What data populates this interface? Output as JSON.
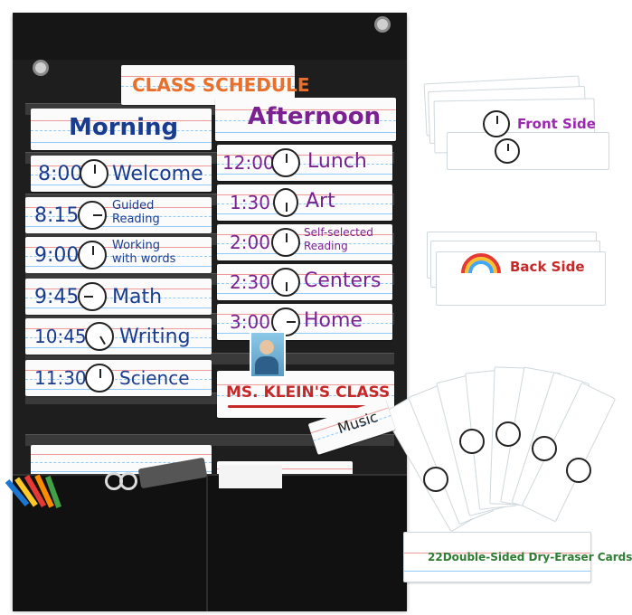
{
  "chart": {
    "title": "CLASS SCHEDULE",
    "morning_header": "Morning",
    "afternoon_header": "Afternoon",
    "morning": [
      {
        "time": "8:00",
        "activity": "Welcome"
      },
      {
        "time": "8:15",
        "activity": "Guided\nReading"
      },
      {
        "time": "9:00",
        "activity": "Working\nwith words"
      },
      {
        "time": "9:45",
        "activity": "Math"
      },
      {
        "time": "10:45",
        "activity": "Writing"
      },
      {
        "time": "11:30",
        "activity": "Science"
      }
    ],
    "afternoon": [
      {
        "time": "12:00",
        "activity": "Lunch"
      },
      {
        "time": "1:30",
        "activity": "Art"
      },
      {
        "time": "2:00",
        "activity": "Self-selected\nReading"
      },
      {
        "time": "2:30",
        "activity": "Centers"
      },
      {
        "time": "3:00",
        "activity": "Home"
      }
    ],
    "class_label": "MS. KLEIN'S CLASS",
    "peek_card": "Music"
  },
  "panels": {
    "front": "Front Side",
    "back": "Back Side",
    "cards": "22Double-Sided Dry-Eraser Cards"
  },
  "colors": {
    "orange": "#e8702a",
    "blue": "#1a3c8f",
    "purple": "#7b2191",
    "red": "#c62828",
    "green": "#2e7d32"
  }
}
